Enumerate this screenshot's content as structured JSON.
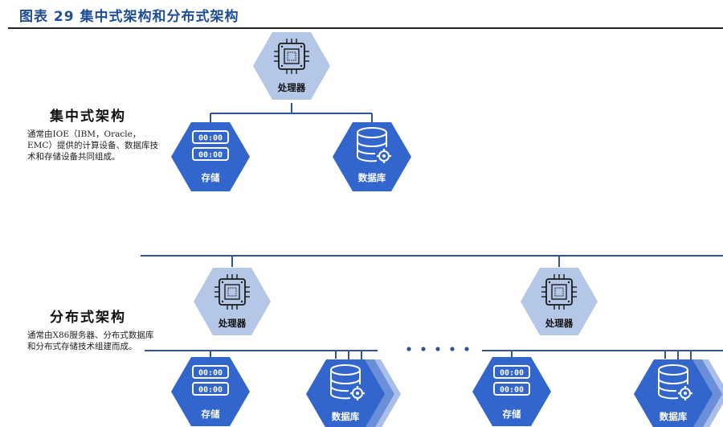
{
  "figure": {
    "title": "图表 29 集中式架构和分布式架构"
  },
  "centralized": {
    "heading": "集中式架构",
    "description": "通常由IOE（IBM，Oracle，EMC）提供的计算设备、数据库技术和存储设备共同组成。",
    "processor_label": "处理器",
    "storage_label": "存储",
    "database_label": "数据库"
  },
  "distributed": {
    "heading": "分布式架构",
    "description": "通常由X86服务器、分布式数据库和分布式存储技术组建而成。",
    "left_cluster": {
      "processor_label": "处理器",
      "storage_label": "存储",
      "database_label": "数据库"
    },
    "right_cluster": {
      "processor_label": "处理器",
      "storage_label": "存储",
      "database_label": "数据库"
    }
  },
  "colors": {
    "title": "#1f4e98",
    "processor_fill": "#b4c7e7",
    "storage_fill": "#3366cc",
    "database_fill": "#3366cc",
    "database_stack_1": "#6a8fd8",
    "database_stack_2": "#a9bfea",
    "line": "#2f5597",
    "icon_dark": "#1a1a1a"
  }
}
